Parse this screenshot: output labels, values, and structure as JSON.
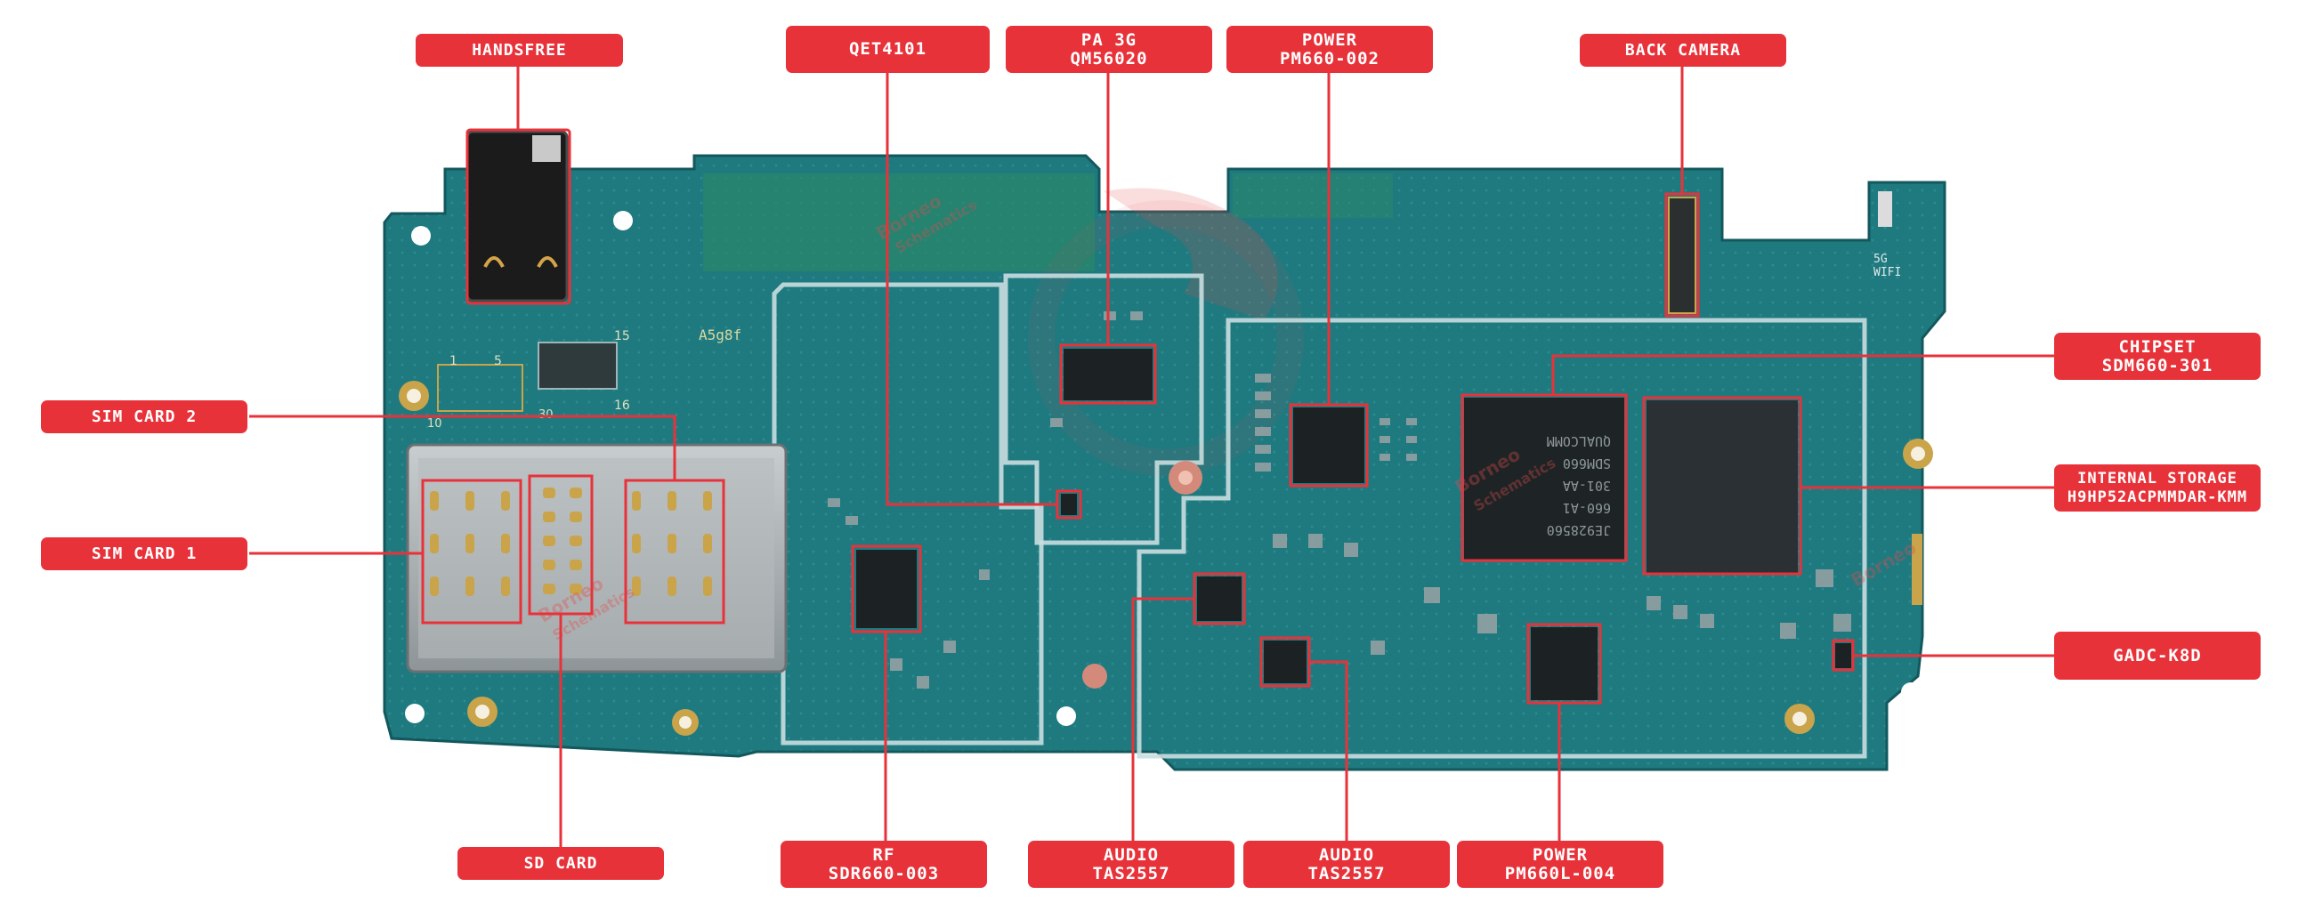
{
  "colors": {
    "label_bg": "#e8323a",
    "label_text": "#ffffff",
    "board": "#1f7a80",
    "board_dark": "#16646a",
    "shield_line": "#c9dedf",
    "leader_line": "#e8323a",
    "highlight_box": "#e8323a",
    "watermark": "#e24a4a"
  },
  "labels": {
    "handsfree": {
      "line1": "HANDSFREE",
      "line2": ""
    },
    "qet4101": {
      "line1": "QET4101",
      "line2": ""
    },
    "pa3g": {
      "line1": "PA 3G",
      "line2": "QM56020"
    },
    "power_top": {
      "line1": "POWER",
      "line2": "PM660-002"
    },
    "back_camera": {
      "line1": "BACK CAMERA",
      "line2": ""
    },
    "chipset": {
      "line1": "CHIPSET",
      "line2": "SDM660-301"
    },
    "internal_storage": {
      "line1": "INTERNAL STORAGE",
      "line2": "H9HP52ACPMMDAR-KMM"
    },
    "gadc": {
      "line1": "GADC-K8D",
      "line2": ""
    },
    "sim2": {
      "line1": "SIM CARD 2",
      "line2": ""
    },
    "sim1": {
      "line1": "SIM CARD 1",
      "line2": ""
    },
    "sd_card": {
      "line1": "SD CARD",
      "line2": ""
    },
    "rf": {
      "line1": "RF",
      "line2": "SDR660-003"
    },
    "audio1": {
      "line1": "AUDIO",
      "line2": "TAS2557"
    },
    "audio2": {
      "line1": "AUDIO",
      "line2": "TAS2557"
    },
    "power_bottom": {
      "line1": "POWER",
      "line2": "PM660L-004"
    }
  },
  "board_text": {
    "model_code": "A5g8f",
    "wifi_5g": "5G",
    "wifi": "WIFI",
    "chip_line1": "JE928560",
    "chip_line2": "660-A1",
    "chip_line3": "301-AA",
    "chip_line4": "SDM660",
    "chip_line5": "QUALCOMM",
    "connector_15": "15",
    "connector_16": "16",
    "connector_1": "1",
    "connector_5": "5",
    "connector_30": "30",
    "connector_10": "10",
    "watermark_brand": "Borneo",
    "watermark_sub": "Schematics"
  }
}
